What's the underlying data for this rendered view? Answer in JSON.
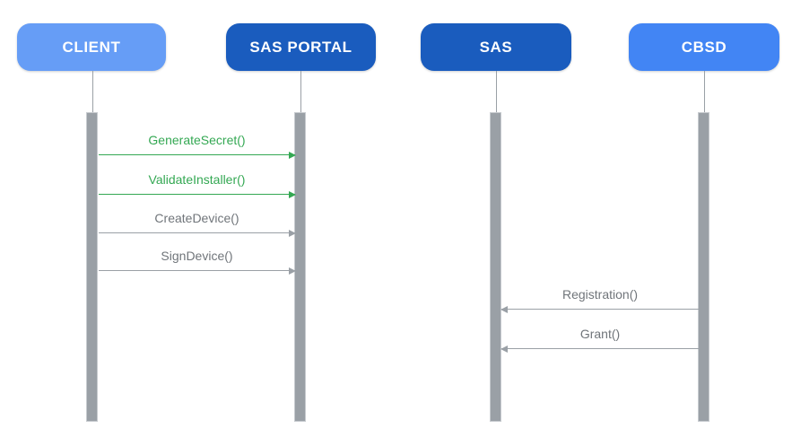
{
  "diagram": {
    "type": "sequence-diagram",
    "actors": [
      {
        "label": "CLIENT",
        "fill": "#669df6",
        "text_color": "#ffffff"
      },
      {
        "label": "SAS PORTAL",
        "fill": "#1a5cbe",
        "text_color": "#ffffff"
      },
      {
        "label": "SAS",
        "fill": "#1a5cbe",
        "text_color": "#ffffff"
      },
      {
        "label": "CBSD",
        "fill": "#4285f4",
        "text_color": "#ffffff"
      }
    ],
    "messages": [
      {
        "label": "GenerateSecret()",
        "from": "CLIENT",
        "to": "SAS PORTAL",
        "direction": "right",
        "label_color": "#34a853",
        "arrow_color": "#34a853"
      },
      {
        "label": "ValidateInstaller()",
        "from": "CLIENT",
        "to": "SAS PORTAL",
        "direction": "right",
        "label_color": "#34a853",
        "arrow_color": "#34a853"
      },
      {
        "label": "CreateDevice()",
        "from": "CLIENT",
        "to": "SAS PORTAL",
        "direction": "right",
        "label_color": "#70757a",
        "arrow_color": "#9aa0a6"
      },
      {
        "label": "SignDevice()",
        "from": "CLIENT",
        "to": "SAS PORTAL",
        "direction": "right",
        "label_color": "#70757a",
        "arrow_color": "#9aa0a6"
      },
      {
        "label": "Registration()",
        "from": "CBSD",
        "to": "SAS",
        "direction": "left",
        "label_color": "#70757a",
        "arrow_color": "#9aa0a6"
      },
      {
        "label": "Grant()",
        "from": "CBSD",
        "to": "SAS",
        "direction": "left",
        "label_color": "#70757a",
        "arrow_color": "#9aa0a6"
      }
    ],
    "colors": {
      "background": "#ffffff",
      "activation_bar": "#9aa0a6",
      "lifeline": "#9aa0a6",
      "green_accent": "#34a853",
      "gray_text": "#70757a",
      "dark_blue": "#1a5cbe",
      "medium_blue": "#4285f4",
      "light_blue": "#669df6"
    }
  }
}
